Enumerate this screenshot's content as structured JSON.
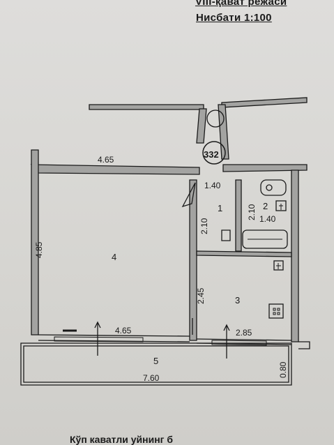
{
  "header": {
    "floor_plan_title": "VIII-қават режаси",
    "scale": "Нисбати 1:100"
  },
  "apartment_number": "332",
  "rooms": [
    {
      "number": "1"
    },
    {
      "number": "2"
    },
    {
      "number": "3"
    },
    {
      "number": "4"
    },
    {
      "number": "5"
    }
  ],
  "dimensions": {
    "room4_top_width": "4.65",
    "room4_height": "4.85",
    "room4_bottom_width": "4.65",
    "corridor_width": "1.40",
    "corridor_length": "2.10",
    "bath_width": "1.40",
    "bath_length": "2.10",
    "kitchen_depth": "2.45",
    "kitchen_width": "2.85",
    "balcony_length": "7.60",
    "balcony_depth": "0.80"
  },
  "footer": {
    "caption": "Кўп каватли уйнинг б"
  },
  "colors": {
    "wall": "#9a9a9a",
    "line": "#1a1a1a",
    "paper": "#d9d8d4"
  }
}
